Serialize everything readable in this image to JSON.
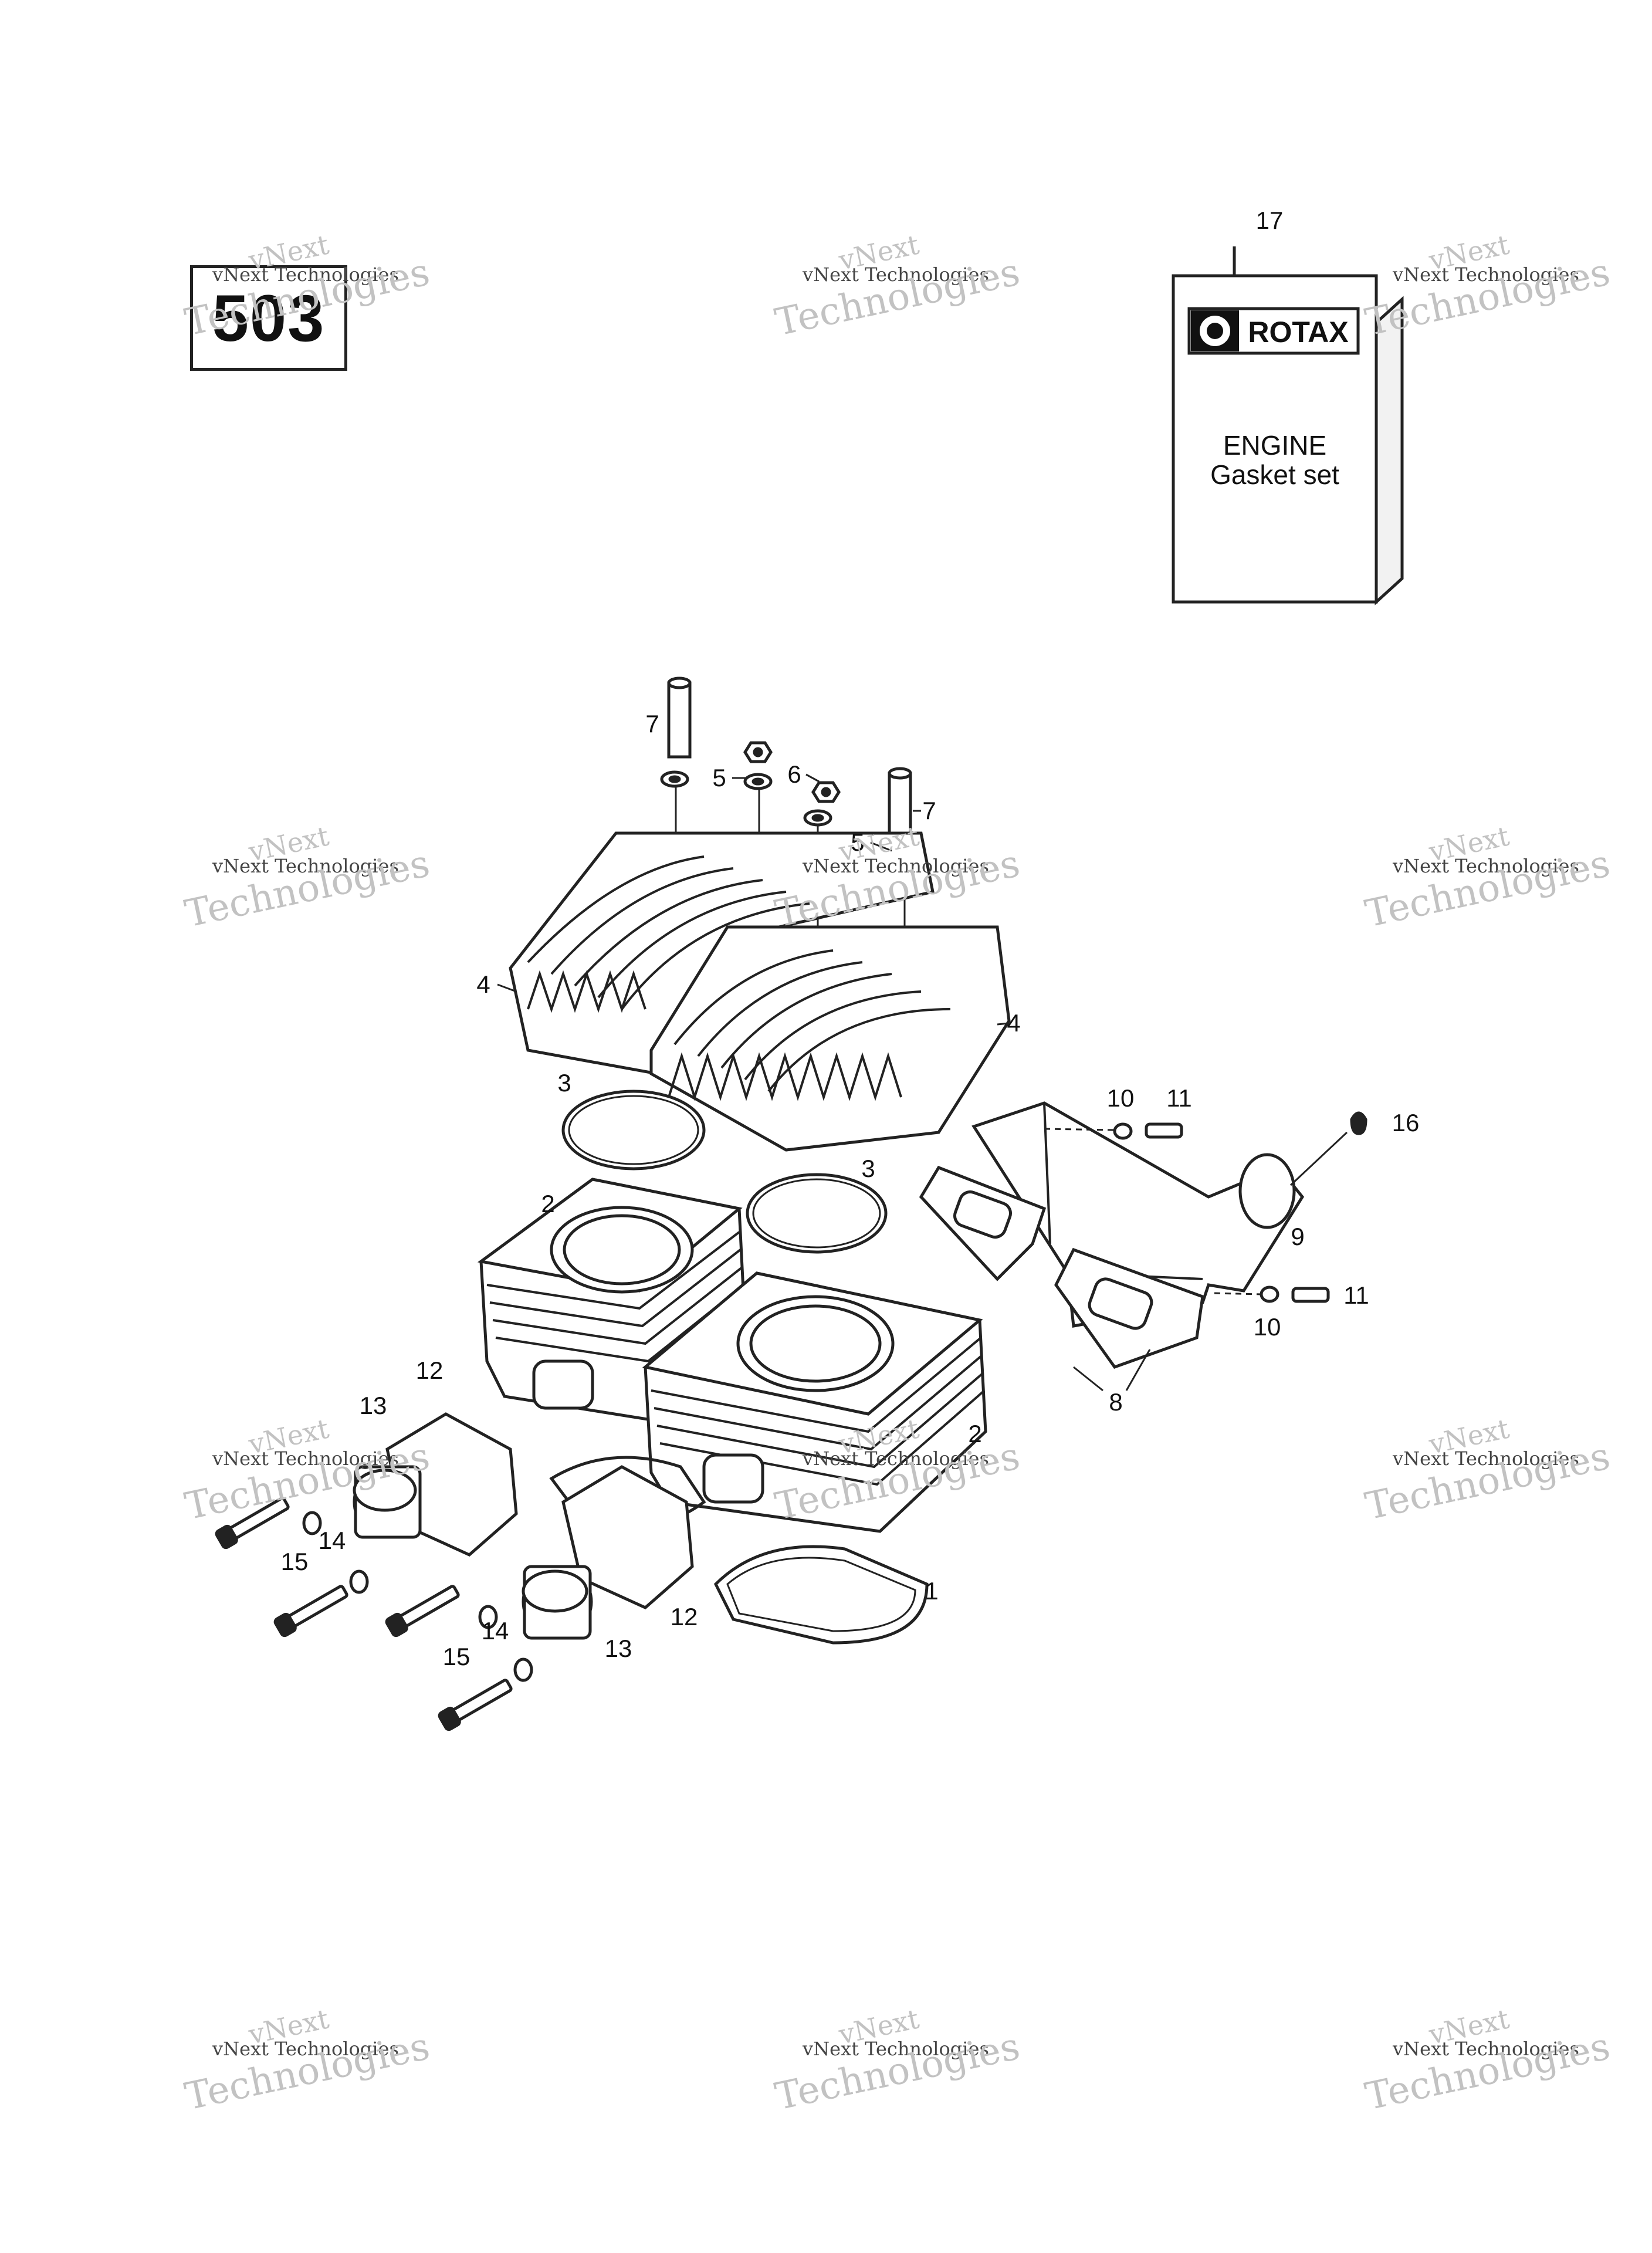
{
  "engine_code": "503",
  "gasket_kit": {
    "brand": "ROTAX",
    "line1": "ENGINE",
    "line2": "Gasket set"
  },
  "callouts": [
    {
      "id": "c17",
      "text": "17"
    },
    {
      "id": "c7a",
      "text": "7"
    },
    {
      "id": "c5a",
      "text": "5"
    },
    {
      "id": "c6",
      "text": "6"
    },
    {
      "id": "c7b",
      "text": "7"
    },
    {
      "id": "c5b",
      "text": "5"
    },
    {
      "id": "c4a",
      "text": "4"
    },
    {
      "id": "c4b",
      "text": "4"
    },
    {
      "id": "c3a",
      "text": "3"
    },
    {
      "id": "c3b",
      "text": "3"
    },
    {
      "id": "c2a",
      "text": "2"
    },
    {
      "id": "c2b",
      "text": "2"
    },
    {
      "id": "c1",
      "text": "1"
    },
    {
      "id": "c10a",
      "text": "10"
    },
    {
      "id": "c11a",
      "text": "11"
    },
    {
      "id": "c16",
      "text": "16"
    },
    {
      "id": "c9",
      "text": "9"
    },
    {
      "id": "c10b",
      "text": "10"
    },
    {
      "id": "c11b",
      "text": "11"
    },
    {
      "id": "c8",
      "text": "8"
    },
    {
      "id": "c12a",
      "text": "12"
    },
    {
      "id": "c13a",
      "text": "13"
    },
    {
      "id": "c14a",
      "text": "14"
    },
    {
      "id": "c15a",
      "text": "15"
    },
    {
      "id": "c12b",
      "text": "12"
    },
    {
      "id": "c13b",
      "text": "13"
    },
    {
      "id": "c14b",
      "text": "14"
    },
    {
      "id": "c15b",
      "text": "15"
    }
  ],
  "watermark": {
    "line1": "vNext Technologies",
    "line2": "Technologies",
    "line3": "vNext"
  }
}
